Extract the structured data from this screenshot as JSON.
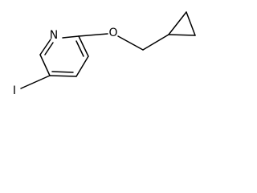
{
  "structure": {
    "atoms": {
      "nitrogen": "N",
      "oxygen": "O",
      "iodine": "I"
    },
    "colors": {
      "bond": "#000000",
      "label": "#000000",
      "background": "#ffffff"
    }
  }
}
